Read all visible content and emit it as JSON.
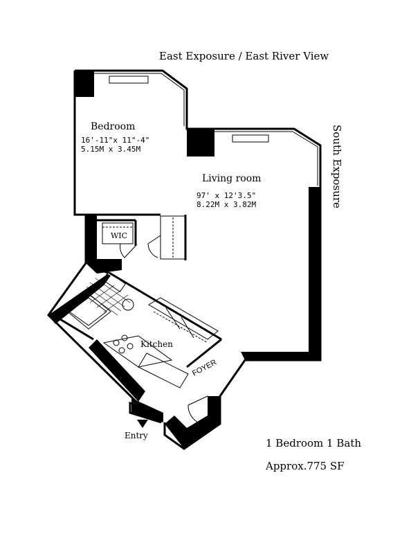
{
  "exposures": {
    "east": "East Exposure / East River View",
    "south": "South Exposure"
  },
  "rooms": {
    "bedroom": {
      "name": "Bedroom",
      "dim_imperial": "16'-11\"x 11\"-4\"",
      "dim_metric": "5.15M x 3.45M"
    },
    "living_room": {
      "name": "Living room",
      "dim_imperial": "97' x 12'3.5\"",
      "dim_metric": "8.22M x 3.82M"
    },
    "wic": "WIC",
    "kitchen": "Kitchen",
    "foyer": "FOYER",
    "entry": "Entry"
  },
  "unit": {
    "type": "1 Bedroom 1 Bath",
    "area": "Approx.775 SF"
  }
}
